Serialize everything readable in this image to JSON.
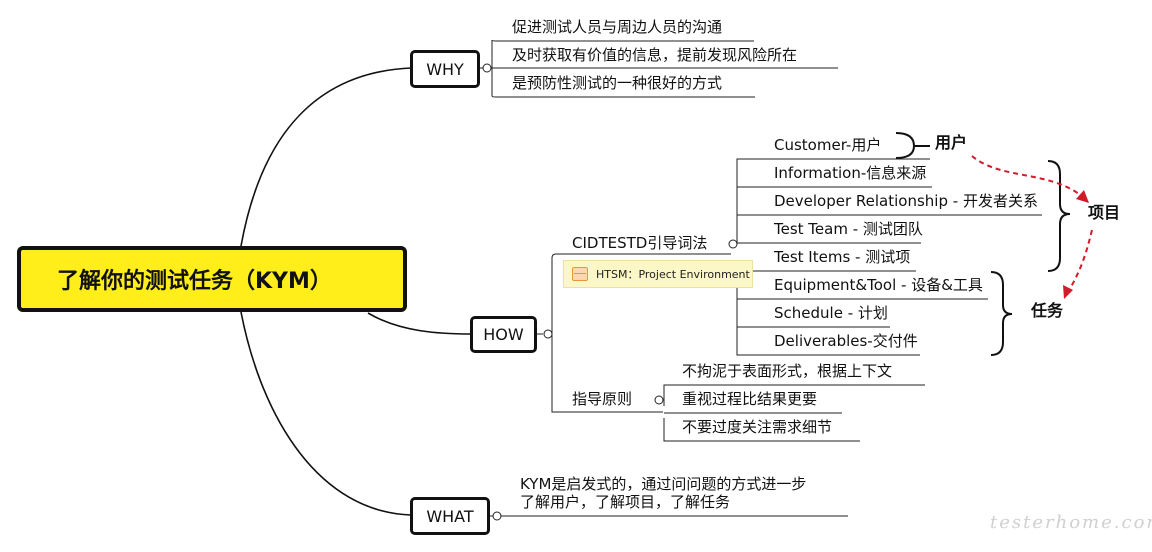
{
  "root": {
    "title": "了解你的测试任务（KYM）"
  },
  "why": {
    "label": "WHY",
    "items": [
      "促进测试人员与周边人员的沟通",
      "及时获取有价值的信息，提前发现风险所在",
      "是预防性测试的一种很好的方式"
    ]
  },
  "how": {
    "label": "HOW",
    "cidtestd": {
      "label": "CIDTESTD引导词法",
      "note": "HTSM：Project Environment",
      "items": [
        "Customer-用户",
        "Information-信息来源",
        "Developer Relationship  - 开发者关系",
        "Test Team - 测试团队",
        "Test Items - 测试项",
        "Equipment&Tool  - 设备&工具",
        "Schedule - 计划",
        "Deliverables-交付件"
      ],
      "groups": {
        "user": "用户",
        "project": "项目",
        "task": "任务"
      }
    },
    "principles": {
      "label": "指导原则",
      "items": [
        "不拘泥于表面形式，根据上下文",
        "重视过程比结果更要",
        "不要过度关注需求细节"
      ]
    }
  },
  "what": {
    "label": "WHAT",
    "text_line1": "KYM是启发式的，通过问问题的方式进一步",
    "text_line2": "了解用户，了解项目，了解任务"
  },
  "watermark": "testerhome.com",
  "colors": {
    "root_fill": "#ffee1a",
    "arrow": "#d11a2a",
    "note_fill": "#fcf7c7"
  }
}
